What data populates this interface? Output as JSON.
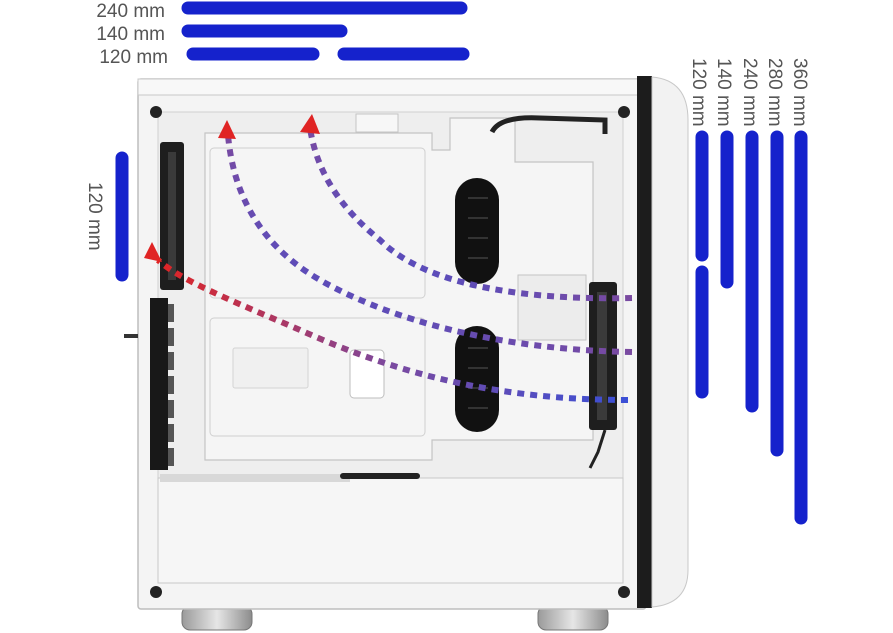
{
  "top_labels": {
    "mm240": "240 mm",
    "mm140": "140 mm",
    "mm120": "120 mm"
  },
  "rear_label": "120 mm",
  "front_labels": {
    "mm120": "120 mm",
    "mm140": "140 mm",
    "mm240": "240 mm",
    "mm280": "280 mm",
    "mm360": "360 mm"
  },
  "colors": {
    "bar": "#1522cc",
    "label": "#555555",
    "airflow_hot": "#e02424",
    "airflow_mid": "#7a4aa0",
    "airflow_cool": "#3a4fd6",
    "case": "#f4f4f4",
    "case_edge": "#bdbdbd",
    "panel_dark": "#1c1c1c"
  }
}
